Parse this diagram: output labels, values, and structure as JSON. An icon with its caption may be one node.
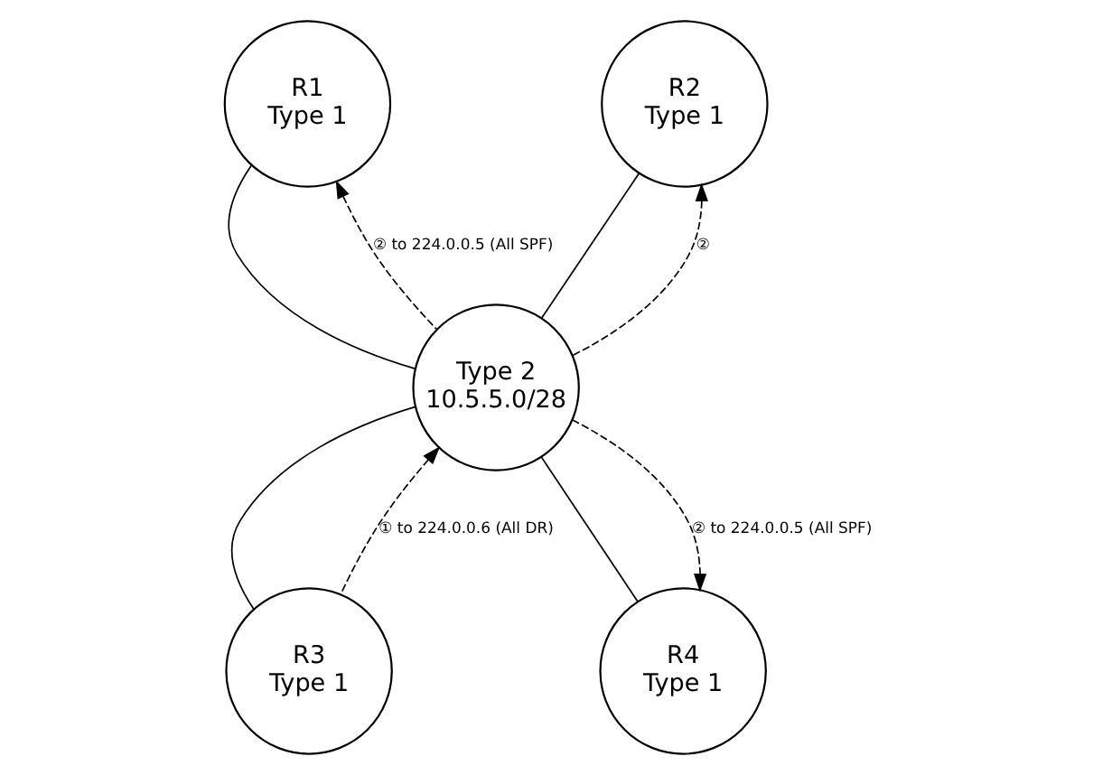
{
  "diagram": {
    "nodes": [
      {
        "text": [
          "R1 Type 1"
        ]
      },
      {
        "text": [
          "R2 Type 1"
        ]
      },
      {
        "text": [
          "Type 2 10.5.5.0/28"
        ]
      },
      {
        "text": [
          "R3 Type 1"
        ]
      },
      {
        "text": [
          "R4 Type 1"
        ]
      }
    ],
    "edges": [
      {
        "from": 0,
        "to": 2,
        "arrow": "none"
      },
      {
        "from": 1,
        "to": 2,
        "arrow": "none"
      },
      {
        "from": 2,
        "to": 3,
        "arrow": "none"
      },
      {
        "from": 2,
        "to": 4,
        "arrow": "none"
      },
      {
        "from": 3,
        "to": 2,
        "arrow": "to",
        "style": "dashed",
        "label": "① to 224.0.0.6 (All DR)"
      },
      {
        "from": 2,
        "to": 0,
        "arrow": "to",
        "style": "dashed",
        "label": "② to 224.0.0.5 (All SPF)"
      },
      {
        "from": 2,
        "to": 1,
        "arrow": "to",
        "style": "dashed",
        "label": "②"
      },
      {
        "from": 2,
        "to": 4,
        "arrow": "to",
        "style": "dashed",
        "label": "② to 224.0.0.5 (All SPF)"
      }
    ]
  }
}
